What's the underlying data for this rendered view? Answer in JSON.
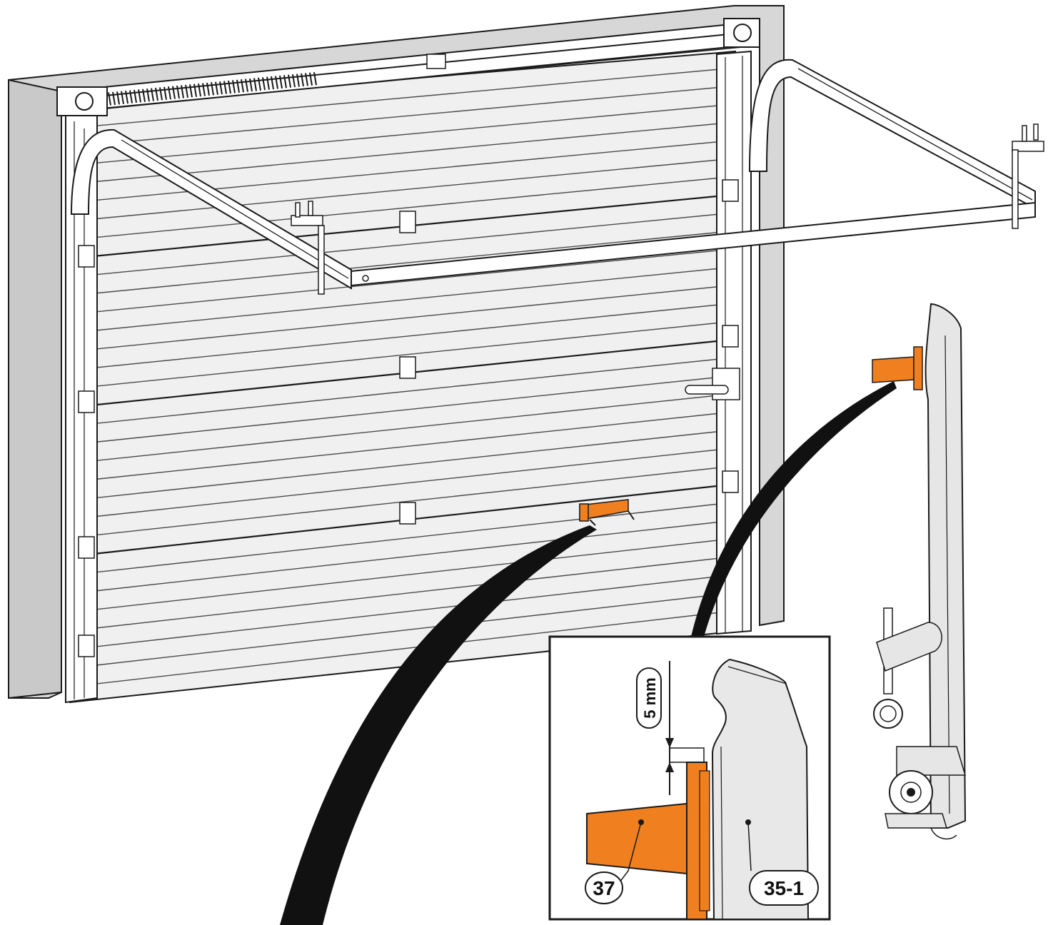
{
  "callouts": {
    "dimension": "5 mm",
    "bracket_part": "37",
    "bottom_bracket_part": "35-1"
  },
  "colors": {
    "accent": "#f07f1f",
    "wall": "#d7d7d7",
    "door": "#f0f0f0",
    "line": "#1a1a1a"
  }
}
